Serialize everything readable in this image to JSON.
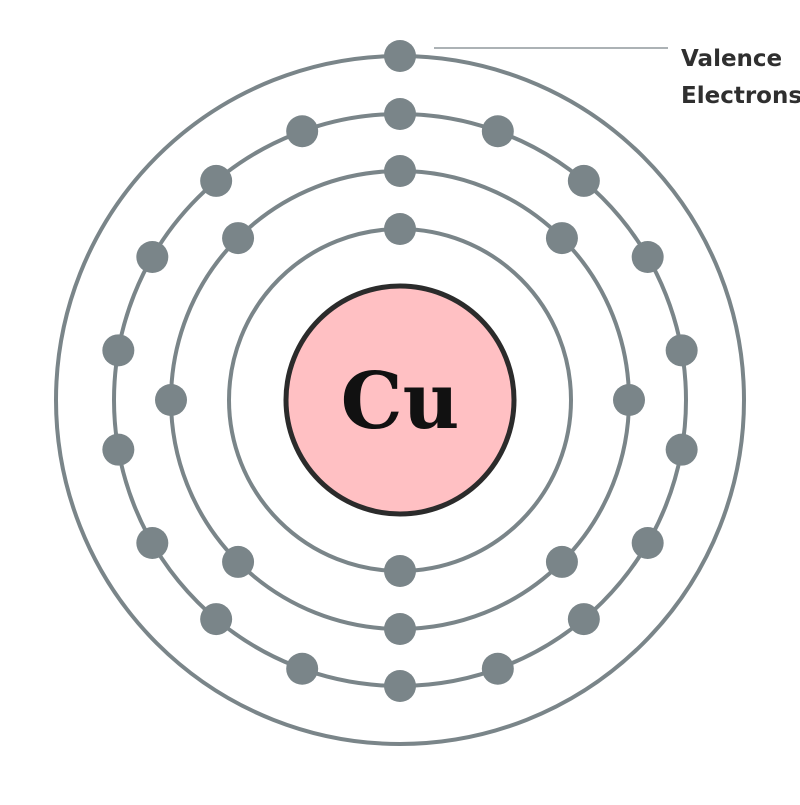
{
  "diagram": {
    "element_symbol": "Cu",
    "shells": [
      {
        "electrons": 2
      },
      {
        "electrons": 8
      },
      {
        "electrons": 18
      },
      {
        "electrons": 1
      }
    ],
    "valence_label": {
      "line1": "Valence",
      "line2": "Electrons"
    },
    "colors": {
      "shell": "#7a8589",
      "electron": "#7a8589",
      "nucleus_fill": "#ffc0c3",
      "nucleus_stroke": "#2b2b2b",
      "symbol": "#111111",
      "label": "#2f2f2f",
      "pointer": "#7a8589"
    }
  }
}
